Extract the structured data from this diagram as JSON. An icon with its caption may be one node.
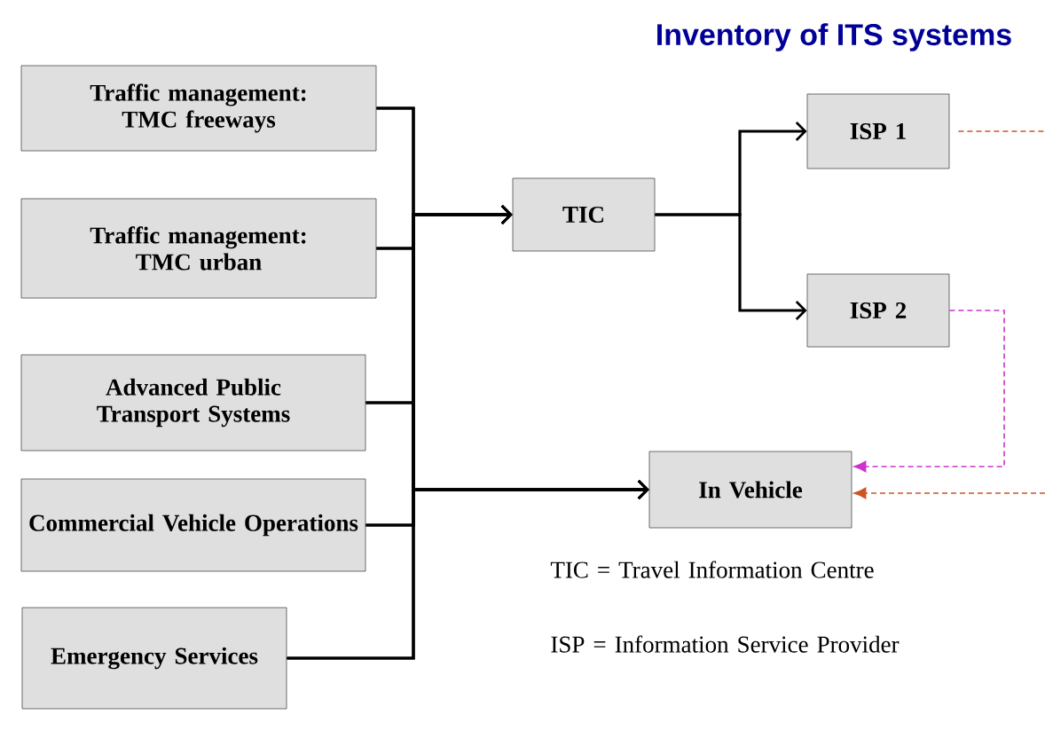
{
  "diagram": {
    "title": "Inventory of ITS systems",
    "nodes": [
      {
        "text": [
          "Traffic management: TMC freeways"
        ]
      },
      {
        "text": [
          "Traffic management: TMC urban"
        ]
      },
      {
        "text": [
          "Advanced Public Transport Systems"
        ]
      },
      {
        "text": [
          "Commercial Vehicle Operations"
        ]
      },
      {
        "text": [
          "Emergency Services"
        ]
      },
      {
        "text": [
          "TIC"
        ]
      },
      {
        "text": [
          "ISP 1"
        ]
      },
      {
        "text": [
          "ISP 2"
        ]
      },
      {
        "text": [
          "In Vehicle"
        ]
      }
    ],
    "edges": [
      {
        "from": 0,
        "to": 5,
        "arrow": "to"
      },
      {
        "from": 1,
        "to": 5,
        "arrow": "to"
      },
      {
        "from": 2,
        "to": 5,
        "arrow": "to"
      },
      {
        "from": 3,
        "to": 5,
        "arrow": "to"
      },
      {
        "from": 4,
        "to": 5,
        "arrow": "to"
      },
      {
        "from": 0,
        "to": 8,
        "arrow": "to"
      },
      {
        "from": 1,
        "to": 8,
        "arrow": "to"
      },
      {
        "from": 2,
        "to": 8,
        "arrow": "to"
      },
      {
        "from": 3,
        "to": 8,
        "arrow": "to"
      },
      {
        "from": 4,
        "to": 8,
        "arrow": "to"
      },
      {
        "from": 5,
        "to": 6,
        "arrow": "to"
      },
      {
        "from": 5,
        "to": 7,
        "arrow": "to"
      },
      {
        "from": 7,
        "to": 8,
        "arrow": "to",
        "style": "dashed",
        "color": "#cc33cc"
      },
      {
        "from": 6,
        "to": null,
        "arrow": "none",
        "style": "dashed",
        "color": "#cc5522"
      },
      {
        "from": null,
        "to": 8,
        "arrow": "to",
        "style": "dashed",
        "color": "#cc5522"
      }
    ],
    "labels": [
      "TIC = Travel Information Centre",
      "ISP = Information Service Provider"
    ]
  }
}
